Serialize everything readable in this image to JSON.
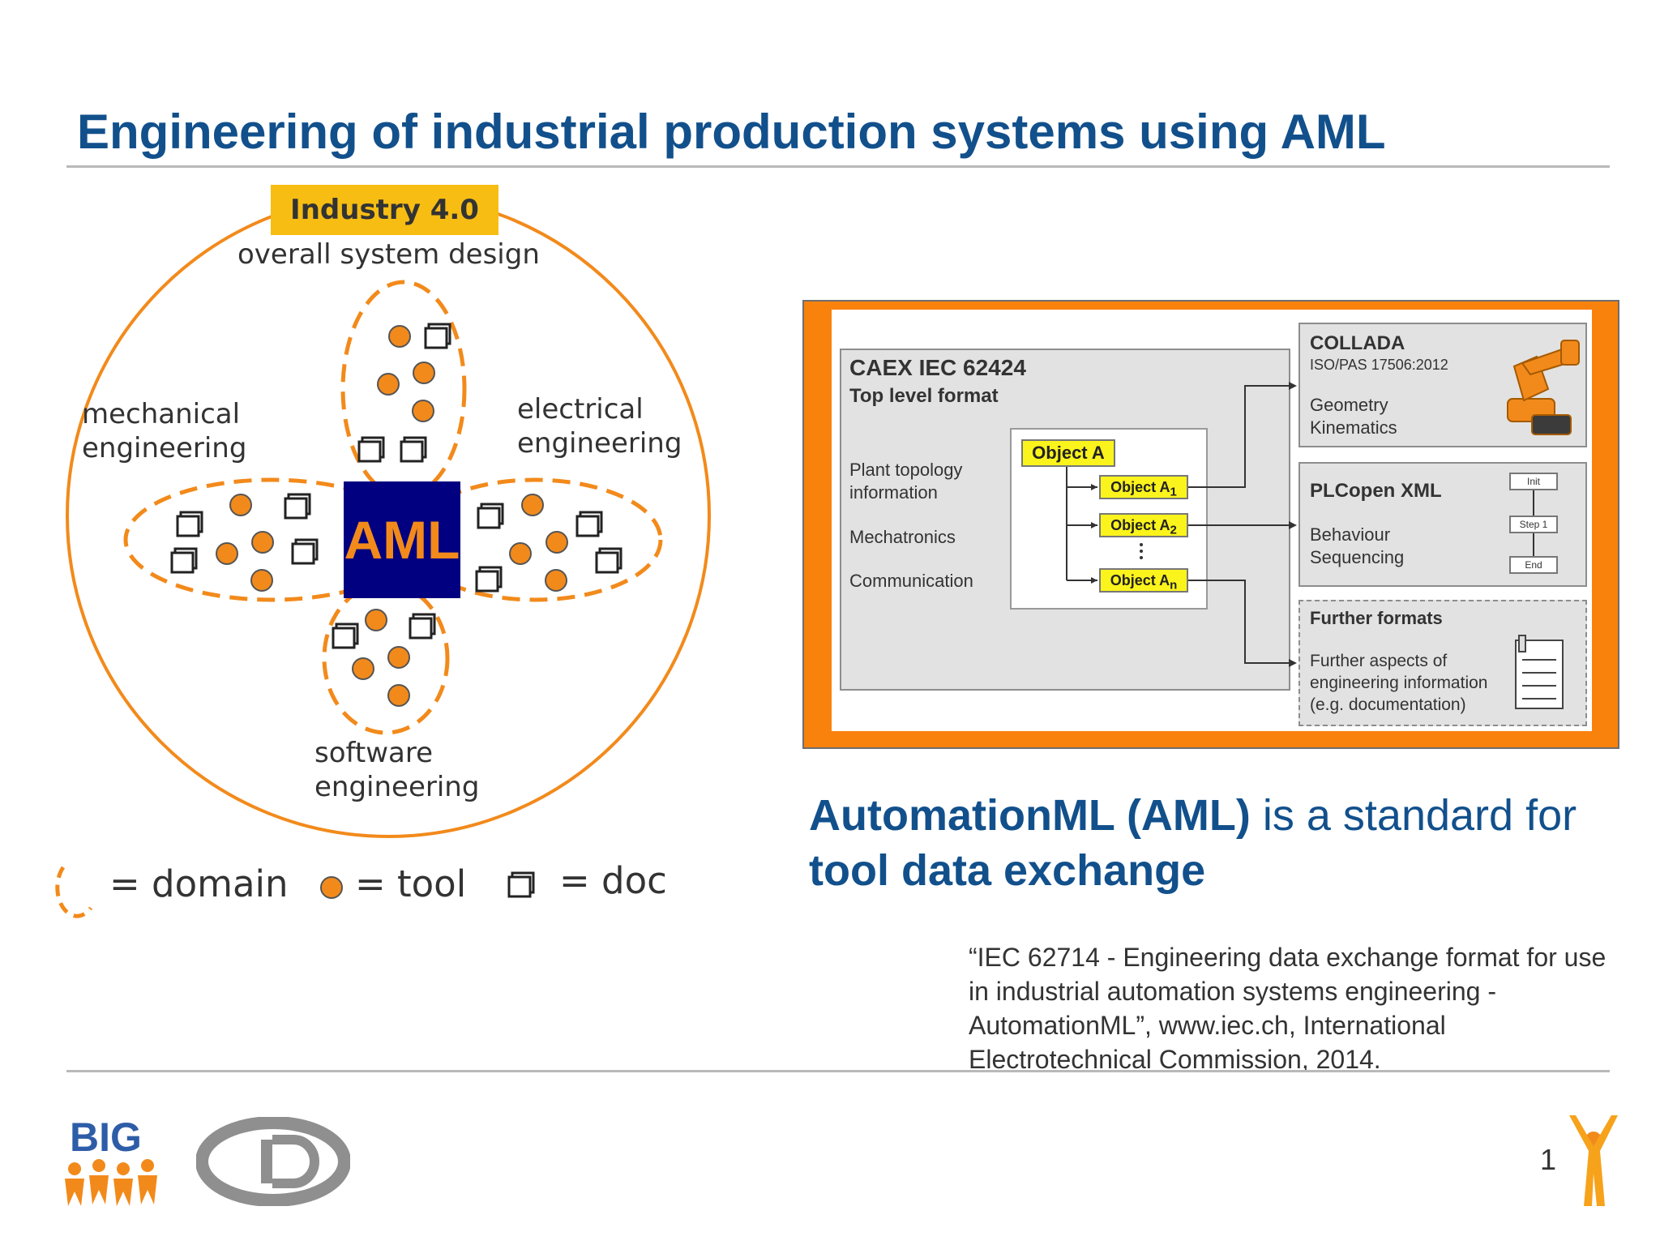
{
  "title": "Engineering of industrial production systems using AML",
  "diagram": {
    "badge": "Industry 4.0",
    "overall": "overall system design",
    "domains": {
      "mechanical": [
        "mechanical",
        "engineering"
      ],
      "electrical": [
        "electrical",
        "engineering"
      ],
      "software": [
        "software",
        "engineering"
      ]
    },
    "center": "AML",
    "legend": {
      "domain": "= domain",
      "tool": "= tool",
      "doc": "= doc"
    },
    "colors": {
      "orange": "#f28a1b",
      "navy": "#000080",
      "yellow": "#f7bd13"
    }
  },
  "figure": {
    "caex_title": "CAEX IEC 62424",
    "caex_sub": "Top level format",
    "caex_items": [
      "Plant topology",
      "information",
      "Mechatronics",
      "Communication"
    ],
    "object_a": "Object A",
    "objects": [
      "Object A",
      "Object A",
      "Object A"
    ],
    "object_subs": [
      "1",
      "2",
      "n"
    ],
    "collada_title": "COLLADA",
    "collada_sub": "ISO/PAS 17506:2012",
    "collada_lines": [
      "Geometry",
      "Kinematics"
    ],
    "plc_title": "PLCopen XML",
    "plc_lines": [
      "Behaviour",
      "Sequencing"
    ],
    "plc_steps": [
      "Init",
      "Step 1",
      "End"
    ],
    "further_title": "Further formats",
    "further_lines": [
      "Further aspects of",
      "engineering information",
      "(e.g. documentation)"
    ]
  },
  "standard": {
    "strong1": "AutomationML (AML)",
    "rest1": " is a standard for",
    "line2": "tool data exchange"
  },
  "citation": "“IEC 62714 - Engineering data exchange format for use in industrial automation systems engineering - AutomationML”, www.iec.ch, International Electrotechnical Commission, 2014.",
  "footer": {
    "logo_big": "BIG",
    "page": "1"
  }
}
